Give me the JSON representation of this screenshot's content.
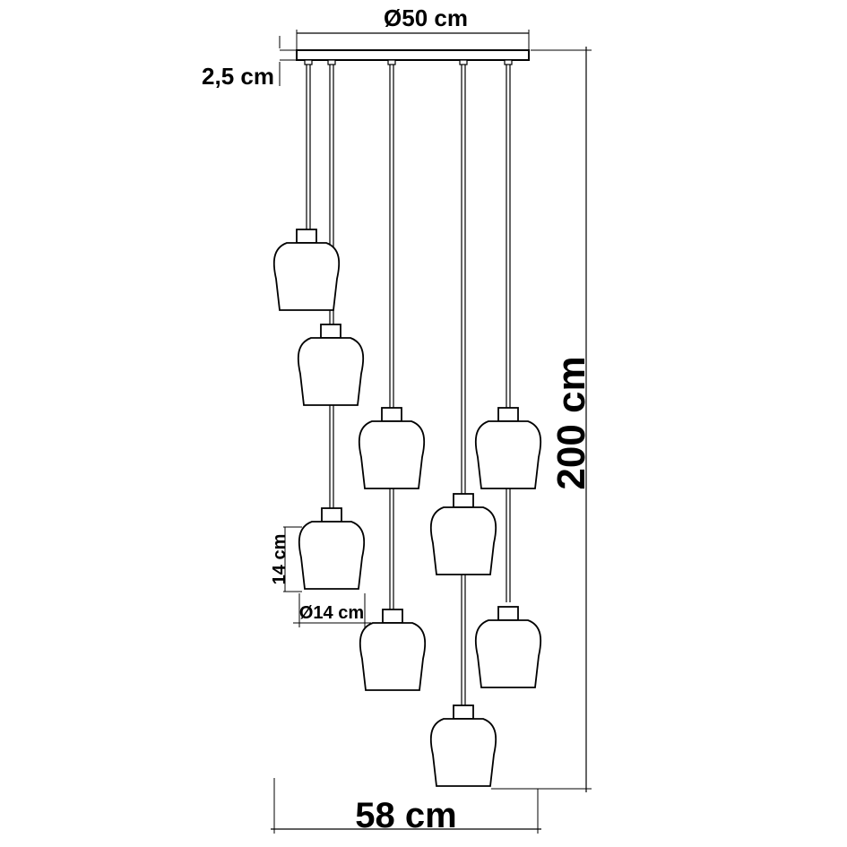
{
  "labels": {
    "top_diameter": "Ø50 cm",
    "canopy_height": "2,5 cm",
    "total_height": "200 cm",
    "shade_height": "14 cm",
    "shade_diameter": "Ø14 cm",
    "total_width": "58 cm"
  },
  "colors": {
    "line": "#000000",
    "background": "#ffffff"
  }
}
